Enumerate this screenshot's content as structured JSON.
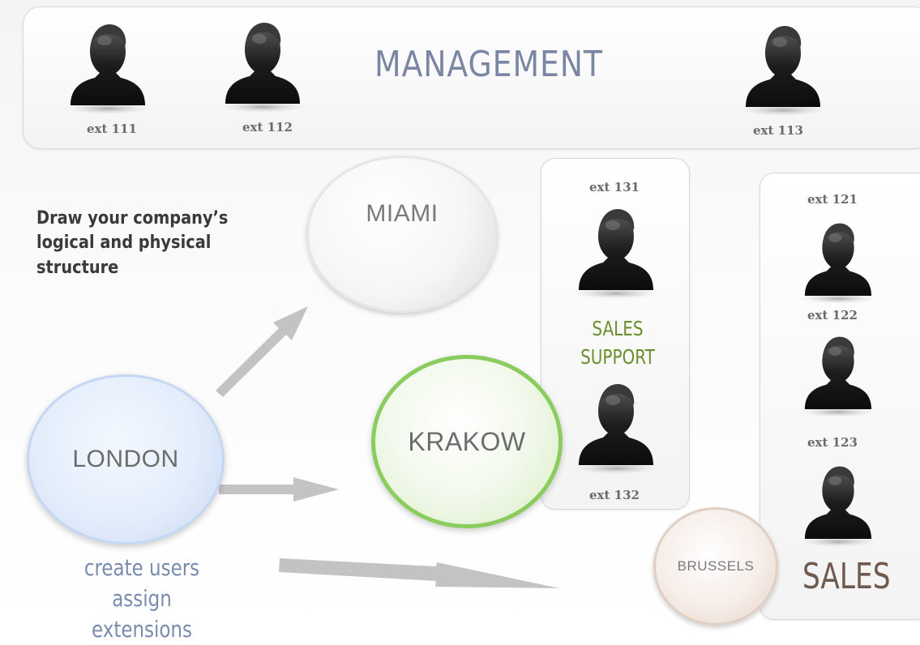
{
  "colors": {
    "london_fill": "#e3edfb",
    "krakow_border": "#8bcc5f",
    "management_title": "#7b86a3",
    "sales_support_text": "#6b8f2e",
    "sales_text": "#6e5a4e",
    "note_text": "#7a8cae",
    "arrow": "#b9b9b9"
  },
  "management": {
    "title": "MANAGEMENT",
    "users": [
      {
        "ext": "ext 111",
        "icon": "user-silhouette-icon"
      },
      {
        "ext": "ext 112",
        "icon": "user-silhouette-icon"
      },
      {
        "ext": "ext 113",
        "icon": "user-silhouette-icon"
      }
    ]
  },
  "intro": {
    "line1": "Draw your company’s",
    "line2": "logical and physical",
    "line3": "structure"
  },
  "locations": {
    "miami": "MIAMI",
    "london": "LONDON",
    "krakow": "KRAKOW",
    "brussels": "BRUSSELS"
  },
  "sales_support": {
    "line1": "SALES",
    "line2": "SUPPORT",
    "users": [
      {
        "ext": "ext 131",
        "icon": "user-silhouette-icon"
      },
      {
        "ext": "ext 132",
        "icon": "user-silhouette-icon"
      }
    ]
  },
  "sales": {
    "label": "SALES",
    "users": [
      {
        "ext": "ext 121",
        "icon": "user-silhouette-icon"
      },
      {
        "ext": "ext 122",
        "icon": "user-silhouette-icon"
      },
      {
        "ext": "ext 123",
        "icon": "user-silhouette-icon"
      }
    ]
  },
  "london_note": {
    "line1": "create users",
    "line2": "assign extensions"
  }
}
